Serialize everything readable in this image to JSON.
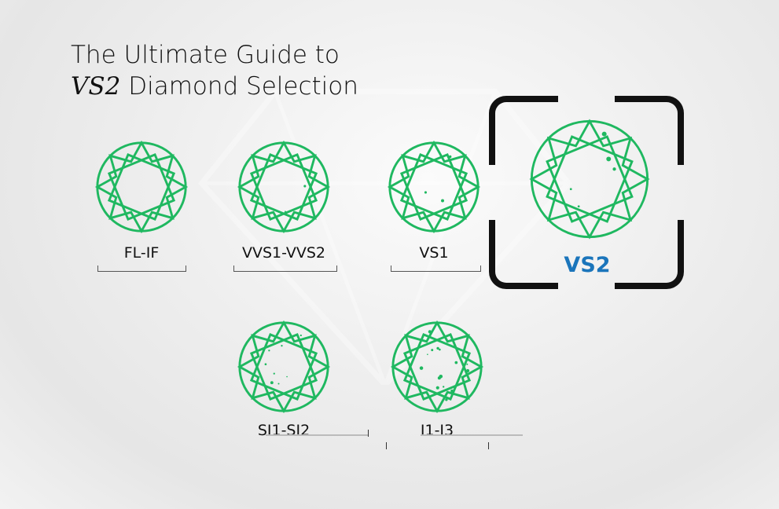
{
  "title": {
    "line1": "The Ultimate Guide to",
    "line2_emphasis": "VS2",
    "line2_rest": " Diamond Selection"
  },
  "colors": {
    "diamond": "#1fb860",
    "highlight": "#1b75bb",
    "frame": "#111111"
  },
  "grades": [
    {
      "label": "FL-IF"
    },
    {
      "label": "VVS1-VVS2"
    },
    {
      "label": "VS1"
    },
    {
      "label": "VS2",
      "selected": true
    },
    {
      "label": "SI1-SI2"
    },
    {
      "label": "I1-I3"
    }
  ]
}
